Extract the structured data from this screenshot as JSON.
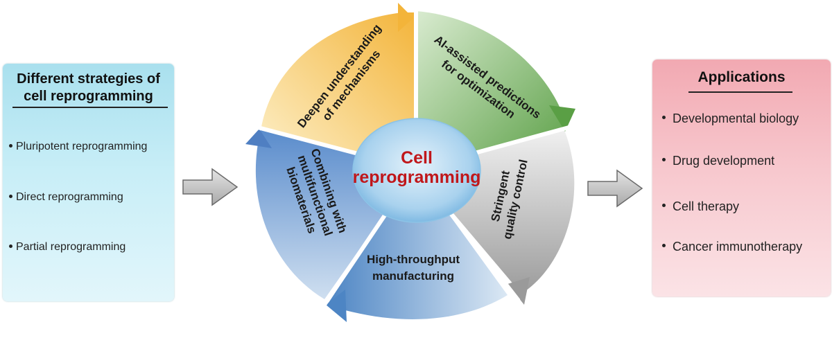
{
  "left_panel": {
    "title_line1": "Different strategies of",
    "title_line2": "cell reprogramming",
    "items": [
      "Pluripotent reprogramming",
      "Direct reprogramming",
      "Partial reprogramming"
    ]
  },
  "right_panel": {
    "title": "Applications",
    "items": [
      "Developmental biology",
      "Drug development",
      "Cell therapy",
      "Cancer immunotherapy"
    ]
  },
  "center": {
    "line1": "Cell",
    "line2": "reprogramming"
  },
  "segments": {
    "top_left": [
      "Deepen understanding",
      "of mechanisms"
    ],
    "top_right": [
      "AI-assisted predictions",
      "for optimization"
    ],
    "right": [
      "Stringent",
      "quality control"
    ],
    "bottom": [
      "High-throughput",
      "manufacturing"
    ],
    "left": [
      "Combining with",
      "multifunctional",
      "biomaterials"
    ]
  },
  "colors": {
    "yellow": "#f5b23c",
    "green": "#5fa84a",
    "gray": "#9e9e9e",
    "blue": "#4f86c6",
    "center_text": "#c0171b",
    "left_panel": "#a9e0ee",
    "right_panel": "#f2a9b2"
  }
}
